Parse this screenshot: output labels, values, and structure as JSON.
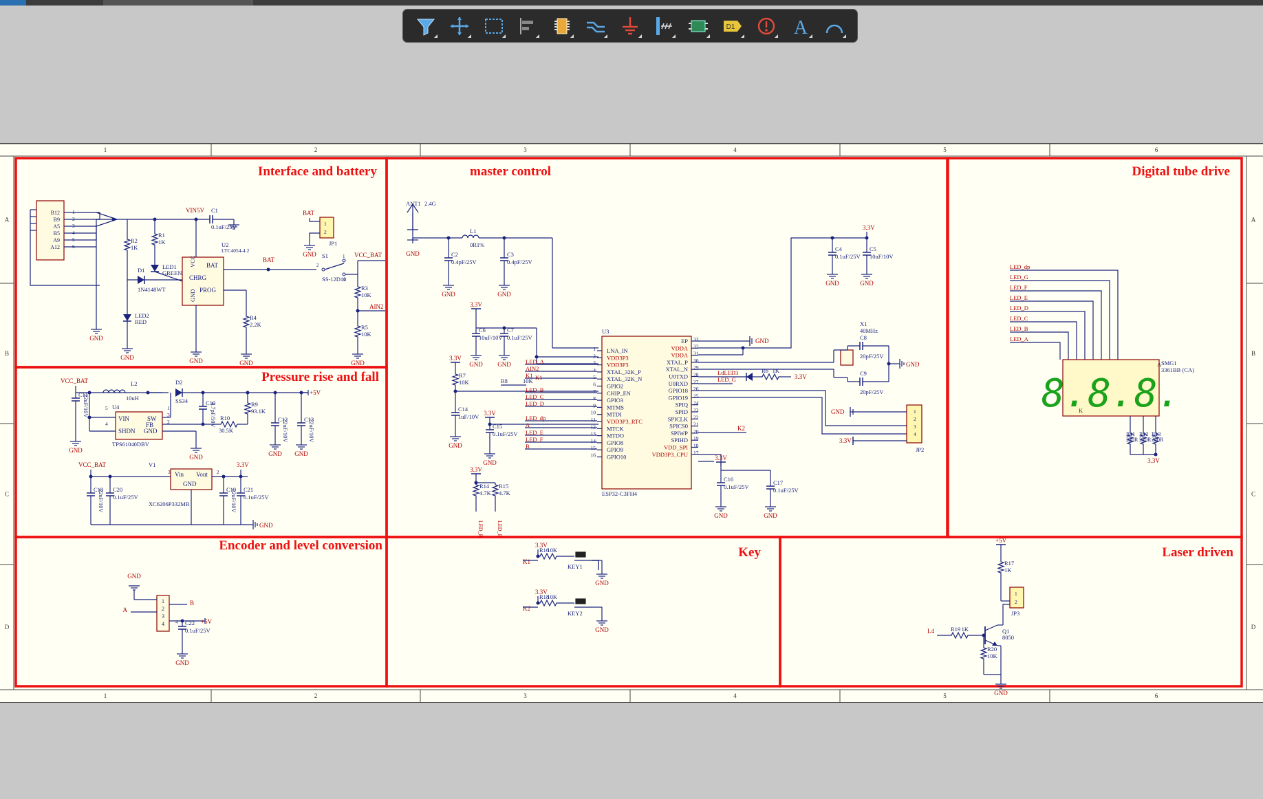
{
  "toolbar": {
    "items": [
      {
        "name": "filter-tool",
        "icon": "filter-icon"
      },
      {
        "name": "move-tool",
        "icon": "crosshair-icon"
      },
      {
        "name": "select-tool",
        "icon": "dashed-rect-icon"
      },
      {
        "name": "align-tool",
        "icon": "align-icon"
      },
      {
        "name": "component-tool",
        "icon": "chip-icon"
      },
      {
        "name": "wire-tool",
        "icon": "wire-icon"
      },
      {
        "name": "power-port-tool",
        "icon": "ground-icon"
      },
      {
        "name": "bus-tool",
        "icon": "bus-icon"
      },
      {
        "name": "harness-tool",
        "icon": "harness-icon"
      },
      {
        "name": "designator-tool",
        "icon": "net-label-icon",
        "label": "D1"
      },
      {
        "name": "directive-tool",
        "icon": "info-icon"
      },
      {
        "name": "text-tool",
        "icon": "text-icon",
        "label": "A"
      },
      {
        "name": "arc-tool",
        "icon": "arc-icon"
      }
    ]
  },
  "sheet": {
    "columns": [
      "1",
      "2",
      "3",
      "4",
      "5",
      "6"
    ],
    "rows": [
      "A",
      "B",
      "C",
      "D"
    ]
  },
  "sections": {
    "interface": "Interface and battery",
    "master": "master control",
    "digital": "Digital tube drive",
    "pressure": "Pressure rise and fall",
    "encoder": "Encoder and level conversion",
    "key": "Key",
    "laser": "Laser driven"
  },
  "labels": {
    "usb_pins": [
      "B12",
      "B9",
      "A5",
      "B5",
      "A9",
      "A12"
    ],
    "usb_nums": [
      "1",
      "2",
      "3",
      "4",
      "5",
      "6"
    ],
    "vin5v": "VIN5V",
    "c1": "C1",
    "c1_val": "0.1uF/25V",
    "u2": "U2",
    "u2_part": "LTC4054-4.2",
    "r2": "R2",
    "r2_val": "1K",
    "r1": "R1",
    "r1_val": "1K",
    "d1": "D1",
    "d1_part": "1N4148WT",
    "led1": "LED1",
    "led1_val": "GREEN",
    "led2": "LED2",
    "led2_val": "RED",
    "bat": "BAT",
    "vcc": "VCC",
    "chrg": "CHRG",
    "prog": "PROG",
    "gnd": "GND",
    "r4": "R4",
    "r4_val": "2.2K",
    "jp1": "JP1",
    "s1": "S1",
    "s1_part": "SS-12D10",
    "vcc_bat": "VCC_BAT",
    "r3": "R3",
    "r3_val": "10K",
    "ain2": "AIN2",
    "r5": "R5",
    "r5_val": "10K",
    "l2": "L2",
    "l2_val": "10uH",
    "d2": "D2",
    "d2_part": "SS34",
    "c11": "C11",
    "c11_val": "22uF/10V",
    "u4": "U4",
    "u4_part": "TPS61040DBV",
    "vin": "VIN",
    "sw": "SW",
    "shdn": "SHDN",
    "fb": "FB",
    "c10": "C10",
    "c10_val": "4.7pF/50V",
    "r9": "R9",
    "r9_val": "93.1K",
    "r10": "R10",
    "r10_val": "30.5K",
    "c12": "C12",
    "c12_val": "22uF/10V",
    "c13": "C13",
    "c13_val": "22uF/10V",
    "p5v": "+5V",
    "v1": "V1",
    "v1_part": "XC6206P332MR",
    "vin2": "Vin",
    "vout": "Vout",
    "c18": "C18",
    "c18_val": "22uF/10V",
    "c20": "C20",
    "c20_val": "0.1uF/25V",
    "c19": "C19",
    "c19_val": "22uF/10V",
    "c21": "C21",
    "c21_val": "0.1uF/25V",
    "v33": "3.3V",
    "ant1": "ANT1",
    "ant1_val": "2.4G",
    "l1": "L1",
    "l1_val": "0R1%",
    "c2": "C2",
    "c2_val": "0.4pF/25V",
    "c3": "C3",
    "c3_val": "0.4pF/25V",
    "c6": "C6",
    "c6_val": "10uF/10V",
    "c7": "C7",
    "c7_val": "0.1uF/25V",
    "r7": "R7",
    "r7_val": "10K",
    "c14": "C14",
    "c14_val": "1uF/10V",
    "c15": "C15",
    "c15_val": "0.1uF/25V",
    "r8": "R8",
    "r8_val": "10K",
    "k1": "K1",
    "k2": "K2",
    "led_a": "LED_A",
    "led_b": "LED_B",
    "led_c": "LED_C",
    "led_d": "LED_D",
    "led_dp": "LED_dp",
    "led_e": "LED_E",
    "led_f": "LED_F",
    "led_g": "LED_G",
    "b": "B",
    "a": "A",
    "u3": "U3",
    "u3_part": "ESP32-C3FH4",
    "u3_left": [
      "LNA_IN",
      "VDD3P3",
      "VDD3P3",
      "XTAL_32K_P",
      "XTAL_32K_N",
      "GPIO2",
      "CHIP_EN",
      "GPIO3",
      "MTMS",
      "MTDI",
      "VDD3P3_RTC",
      "MTCK",
      "MTDO",
      "GPIO8",
      "GPIO9",
      "GPIO10"
    ],
    "u3_left_nums": [
      "1",
      "2",
      "3",
      "4",
      "5",
      "6",
      "7",
      "8",
      "9",
      "10",
      "11",
      "12",
      "13",
      "14",
      "15",
      "16"
    ],
    "u3_right": [
      "EP",
      "VDDA",
      "VDDA",
      "XTAL_P",
      "XTAL_N",
      "U0TXD",
      "U0RXD",
      "GPIO18",
      "GPIO19",
      "SPIQ",
      "SPID",
      "SPICLK",
      "SPICS0",
      "SPIWP",
      "SPIHD",
      "VDD_SPI",
      "VDD3P3_CPU"
    ],
    "u3_right_nums": [
      "33",
      "32",
      "31",
      "30",
      "29",
      "28",
      "27",
      "26",
      "25",
      "24",
      "23",
      "22",
      "21",
      "20",
      "19",
      "18",
      "17"
    ],
    "r14": "R14",
    "r14_val": "4.7K",
    "r15": "R15",
    "r15_val": "4.7K",
    "c4": "C4",
    "c4_val": "0.1uF/25V",
    "c5": "C5",
    "c5_val": "10uF/10V",
    "x1": "X1",
    "x1_val": "40MHz",
    "c8": "C8",
    "c8_val": "20pF/25V",
    "c9": "C9",
    "c9_val": "20pF/25V",
    "ld_led3": "LdLED3",
    "r6": "R6",
    "r6_val": "1K",
    "jp2": "JP2",
    "c16": "C16",
    "c16_val": "0.1uF/25V",
    "c17": "C17",
    "c17_val": "0.1uF/25V",
    "smg1": "SMG1",
    "smg1_part": "3361BB (CA)",
    "digits": "8.8.8.",
    "r11": "R11",
    "r11_val": "220R",
    "r12": "R12",
    "r12_val": "220R",
    "r13": "R13",
    "r13_val": "220R",
    "k": "K",
    "r16": "R16",
    "r16_val": "10K",
    "key1": "KEY1",
    "r18": "R18",
    "r18_val": "10K",
    "key2": "KEY2",
    "r17": "R17",
    "r17_val": "1K",
    "jp3": "JP3",
    "l4": "L4",
    "r19": "R19",
    "r19_val": "1K",
    "q1": "Q1",
    "q1_part": "8050",
    "r20": "R20",
    "r20_val": "10K",
    "c22": "C22",
    "c22_val": "0.1uF/25V"
  }
}
